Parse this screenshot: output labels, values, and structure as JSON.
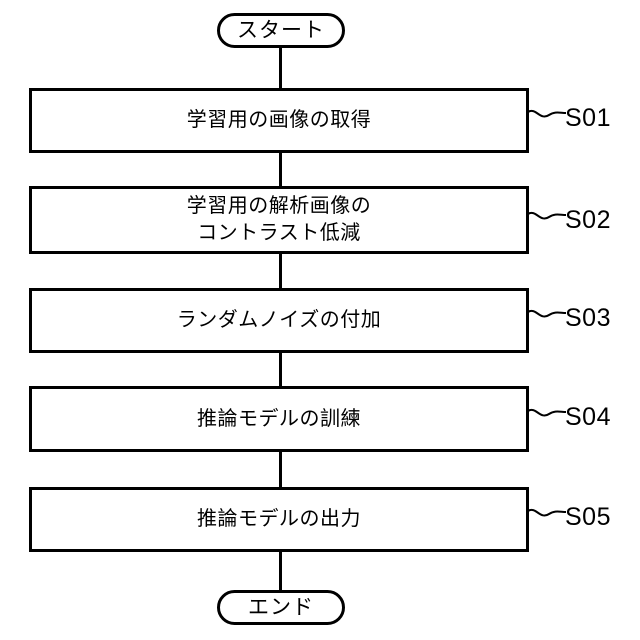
{
  "diagram": {
    "title_text": "",
    "ink_color": "#000000",
    "background_color": "#ffffff",
    "start": {
      "label": "スタート",
      "shape": "rounded-terminator"
    },
    "end": {
      "label": "エンド",
      "shape": "rounded-terminator"
    },
    "steps": [
      {
        "step_id": "S01",
        "lines": [
          "学習用の画像の取得"
        ],
        "text": "学習用の画像の取得"
      },
      {
        "step_id": "S02",
        "lines": [
          "学習用の解析画像の",
          "コントラスト低減"
        ],
        "text": "学習用の解析画像の\nコントラスト低減"
      },
      {
        "step_id": "S03",
        "lines": [
          "ランダムノイズの付加"
        ],
        "text": "ランダムノイズの付加"
      },
      {
        "step_id": "S04",
        "lines": [
          "推論モデルの訓練"
        ],
        "text": "推論モデルの訓練"
      },
      {
        "step_id": "S05",
        "lines": [
          "推論モデルの出力"
        ],
        "text": "推論モデルの出力"
      }
    ]
  }
}
